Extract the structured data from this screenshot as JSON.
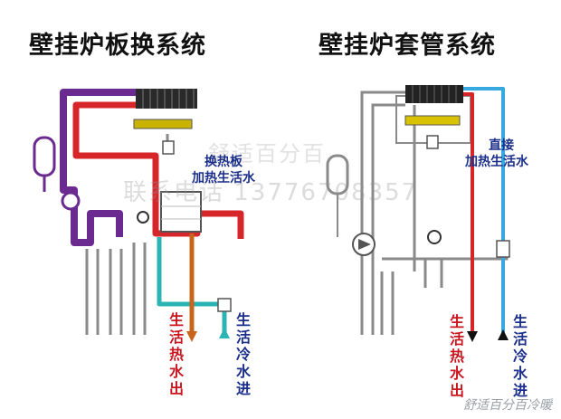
{
  "left_diagram": {
    "title": "壁挂炉板换系统",
    "plate_exchanger_label_line1": "换热板",
    "plate_exchanger_label_line2": "加热生活水",
    "hot_out_label": "生活热水出",
    "cold_in_label": "生活冷水进"
  },
  "right_diagram": {
    "title": "壁挂炉套管系统",
    "direct_label_line1": "直接",
    "direct_label_line2": "加热生活水",
    "hot_out_label": "生活热水出",
    "cold_in_label": "生活冷水进"
  },
  "watermarks": {
    "brand_overlay": "舒适百分百",
    "phone_overlay": "联系电话 13776708357",
    "bottom_right": "舒适百分百冷暖"
  },
  "colors": {
    "primary_loop": "#6b2a8f",
    "hot_water": "#d7262a",
    "cold_water": "#2bb4b4",
    "domestic_hot_out": "#c9651a",
    "right_cold_pipe": "#35a9e0",
    "pipe_gray": "#8a8a8a",
    "label_blue": "#1b2f8a",
    "label_red": "#c9151e"
  }
}
